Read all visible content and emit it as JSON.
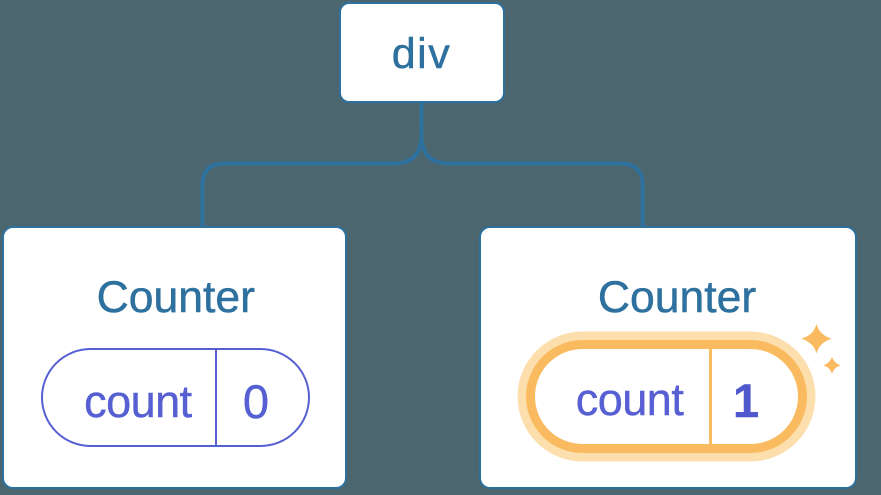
{
  "tree": {
    "root": {
      "label": "div"
    },
    "cards": [
      {
        "title": "Counter",
        "state_key": "count",
        "state_value": "0",
        "highlighted": false
      },
      {
        "title": "Counter",
        "state_key": "count",
        "state_value": "1",
        "highlighted": true
      }
    ]
  },
  "colors": {
    "background": "#4B666E",
    "blue": "#2E719E",
    "purple": "#5760D2",
    "purple_strong": "#4F58CC",
    "orange": "#FABB60",
    "orange_halo": "#FDDFAE",
    "card_fill": "#FFFFFF"
  }
}
